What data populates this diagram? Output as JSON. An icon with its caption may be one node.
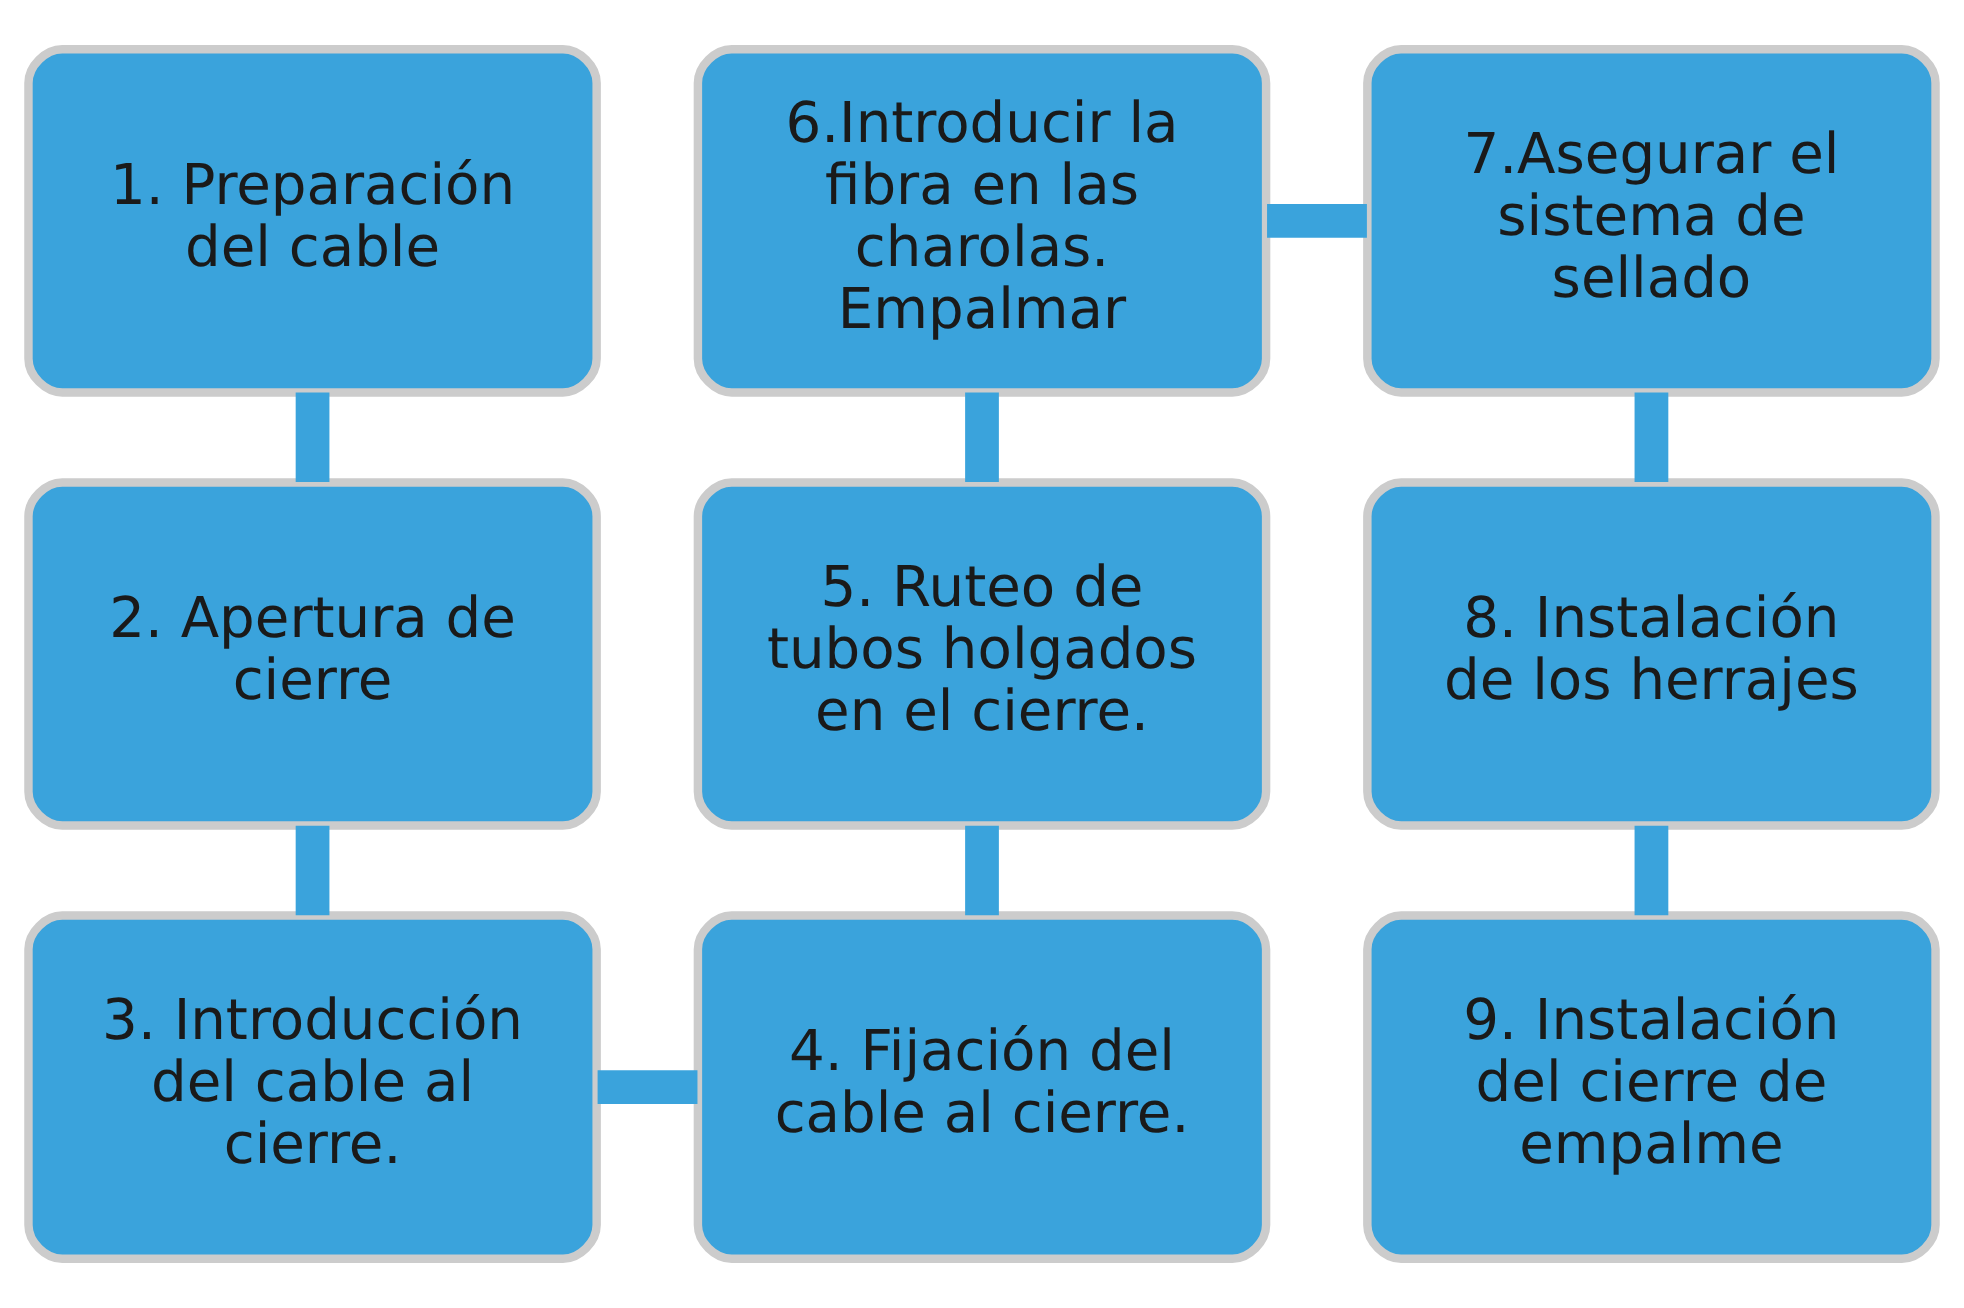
{
  "diagram": {
    "nodes": [
      {
        "text": [
          "1. Preparación del cable"
        ]
      },
      {
        "text": [
          "2. Apertura de cierre"
        ]
      },
      {
        "text": [
          "3. Introducción del cable al cierre."
        ]
      },
      {
        "text": [
          "4. Fijación del cable al cierre."
        ]
      },
      {
        "text": [
          "5. Ruteo de tubos holgados en el cierre."
        ]
      },
      {
        "text": [
          "6.Introducir la fibra en las charolas. Empalmar"
        ]
      },
      {
        "text": [
          "7.Asegurar el sistema de sellado"
        ]
      },
      {
        "text": [
          "8. Instalación de los herrajes"
        ]
      },
      {
        "text": [
          "9. Instalación del cierre de empalme"
        ]
      }
    ],
    "edges": [
      {
        "from": 0,
        "to": 1,
        "arrow": "none"
      },
      {
        "from": 1,
        "to": 2,
        "arrow": "none"
      },
      {
        "from": 2,
        "to": 3,
        "arrow": "none"
      },
      {
        "from": 3,
        "to": 4,
        "arrow": "none"
      },
      {
        "from": 4,
        "to": 5,
        "arrow": "none"
      },
      {
        "from": 5,
        "to": 6,
        "arrow": "none"
      },
      {
        "from": 6,
        "to": 7,
        "arrow": "none"
      },
      {
        "from": 7,
        "to": 8,
        "arrow": "none"
      }
    ]
  }
}
